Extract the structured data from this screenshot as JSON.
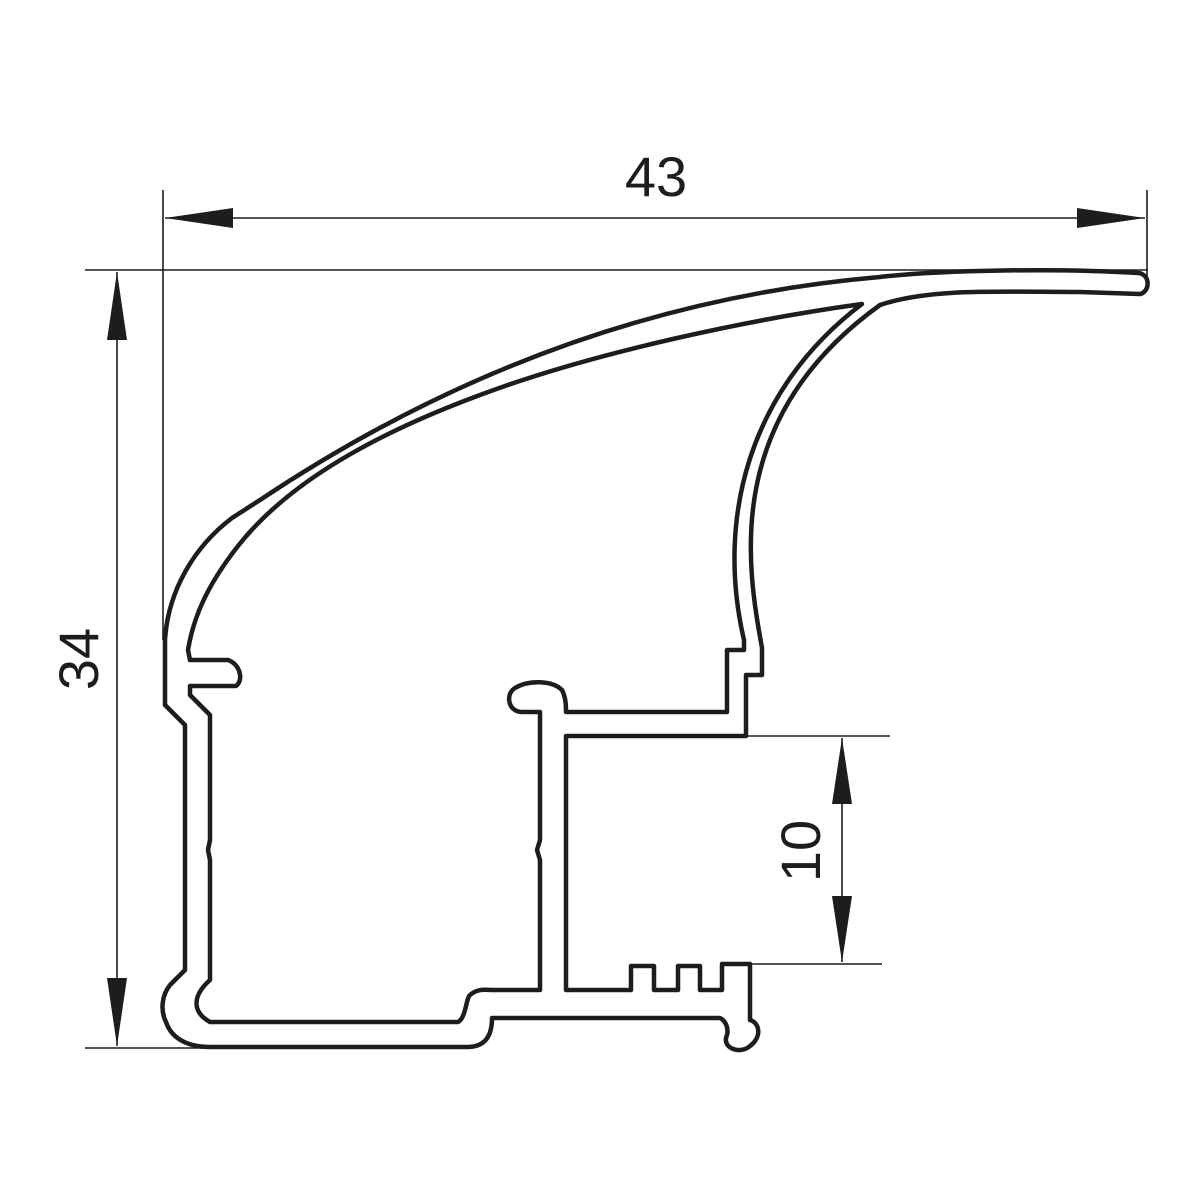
{
  "dimensions": {
    "width_label": "43",
    "height_label": "34",
    "opening_label": "10"
  },
  "colors": {
    "line": "#1d1d1b",
    "background": "#ffffff"
  }
}
